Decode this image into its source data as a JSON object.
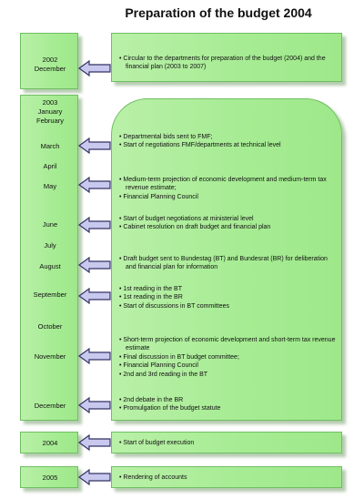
{
  "title": "Preparation of the budget 2004",
  "colors": {
    "box_fill": "#a7ec94",
    "box_border": "#6fbf62",
    "arrow_fill": "#c9c8ee",
    "arrow_stroke": "#333366"
  },
  "years": {
    "y2002": [
      "2002",
      "December"
    ],
    "y2003": [
      "2003",
      "January",
      "February"
    ],
    "y2004": "2004",
    "y2005": "2005"
  },
  "months": {
    "march": "March",
    "april": "April",
    "may": "May",
    "june": "June",
    "july": "July",
    "august": "August",
    "september": "September",
    "october": "October",
    "november": "November",
    "december": "December"
  },
  "steps": {
    "circular": [
      "Circular to the departments for preparation of the budget (2004) and the financial plan (2003 to 2007)"
    ],
    "march": [
      "Departmental bids sent to FMF;",
      "Start of negotiations FMF/departments at technical level"
    ],
    "may": [
      "Medium-term projection of economic development and medium-term tax revenue estimate;",
      "Financial Planning Council"
    ],
    "june": [
      "Start of budget negotiations at ministerial level",
      "Cabinet resolution on draft budget and financial plan"
    ],
    "august": [
      "Draft budget sent to Bundestag (BT) and Bundesrat (BR) for deliberation and financial plan for information"
    ],
    "september": [
      "1st reading in the BT",
      "1st reading in the BR",
      "Start of discussions in BT committees"
    ],
    "november": [
      "Short-term projection of economic development and short-term tax revenue estimate",
      "Final discussion in BT budget committee;",
      "Financial Planning Council",
      "2nd and 3rd reading in the BT"
    ],
    "december": [
      "2nd debate in the BR",
      "Promulgation of the budget statute"
    ],
    "y2004": [
      "Start of budget execution"
    ],
    "y2005": [
      "Rendering of accounts"
    ]
  }
}
